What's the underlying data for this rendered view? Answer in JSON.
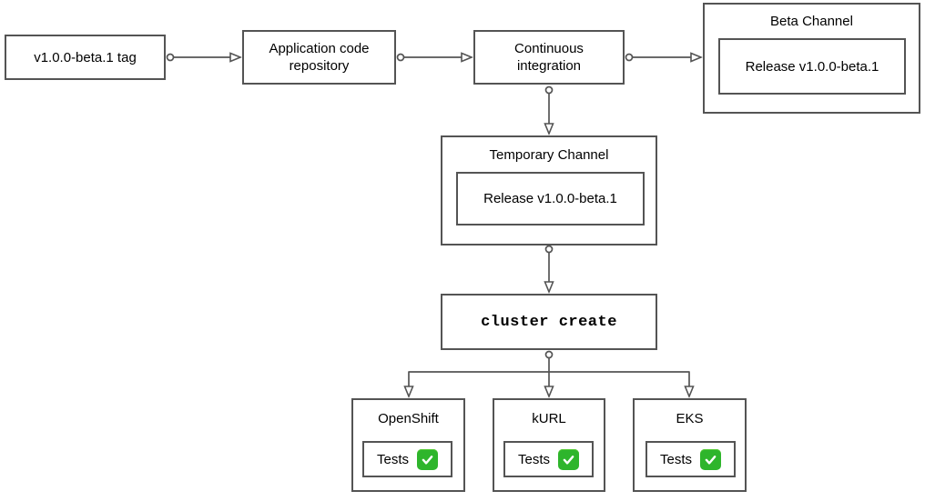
{
  "diagram": {
    "nodes": {
      "tag": {
        "label": "v1.0.0-beta.1 tag"
      },
      "repo": {
        "label": "Application code\nrepository"
      },
      "ci": {
        "label": "Continuous\nintegration"
      },
      "beta_channel": {
        "title": "Beta Channel",
        "release_label": "Release v1.0.0-beta.1"
      },
      "temporary_channel": {
        "title": "Temporary Channel",
        "release_label": "Release v1.0.0-beta.1"
      },
      "cluster_create": {
        "label": "cluster create"
      },
      "clusters": [
        {
          "id": "openshift",
          "title": "OpenShift",
          "tests_label": "Tests",
          "status_icon": "white-check-mark-icon"
        },
        {
          "id": "kurl",
          "title": "kURL",
          "tests_label": "Tests",
          "status_icon": "white-check-mark-icon"
        },
        {
          "id": "eks",
          "title": "EKS",
          "tests_label": "Tests",
          "status_icon": "white-check-mark-icon"
        }
      ]
    },
    "colors": {
      "stroke": "#545454",
      "text": "#000000",
      "background": "#ffffff",
      "check_green": "#2eb52c",
      "check_green_light": "#55cb36",
      "check_mark_white": "#ffffff"
    }
  }
}
